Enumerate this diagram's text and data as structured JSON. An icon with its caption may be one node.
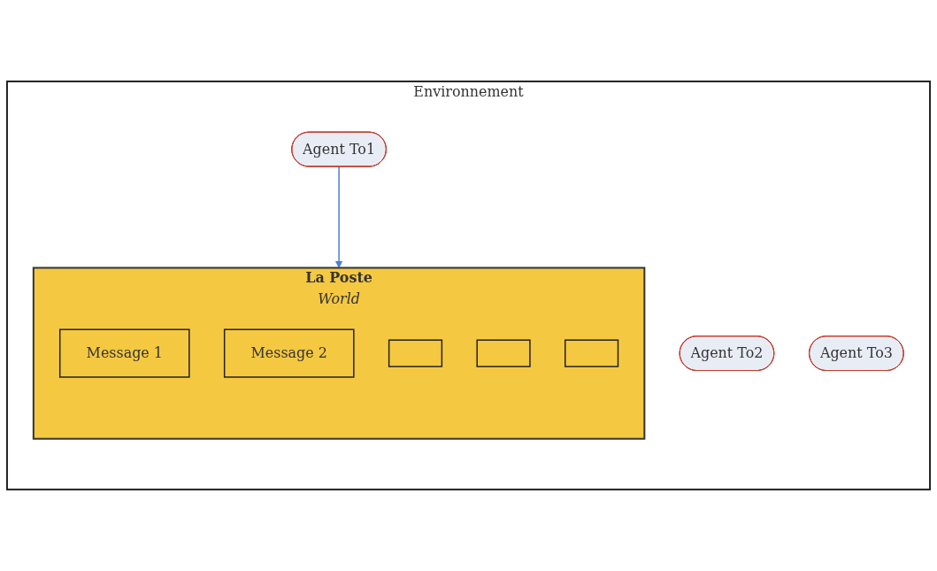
{
  "diagram": {
    "nodes": [
      {
        "text": [
          "Environnement"
        ]
      },
      {
        "text": [
          "La Poste",
          "World"
        ],
        "in": 0
      },
      {
        "text": [
          "Message 1"
        ],
        "in": 1
      },
      {
        "text": [
          "Message 2"
        ],
        "in": 1
      },
      {
        "text": [],
        "shape": "box",
        "in": 1
      },
      {
        "text": [],
        "shape": "box",
        "in": 1
      },
      {
        "text": [],
        "shape": "box",
        "in": 1
      },
      {
        "text": [
          "Agent To1"
        ],
        "in": 0
      },
      {
        "text": [
          "Agent To2"
        ],
        "in": 0
      },
      {
        "text": [
          "Agent To3"
        ],
        "in": 0
      }
    ],
    "edges": [
      {
        "from": 7,
        "to": 1,
        "arrow": "to",
        "color": "#4a7fd6"
      }
    ]
  }
}
